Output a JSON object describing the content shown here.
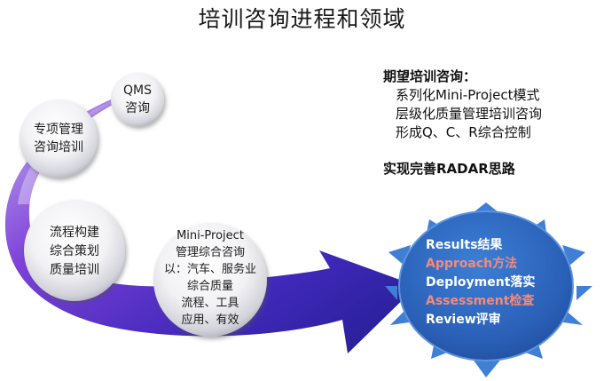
{
  "title": "培训咨询进程和领域",
  "circles": {
    "qms": [
      "QMS",
      "咨询"
    ],
    "special": [
      "专项管理",
      "咨询培训"
    ],
    "process": [
      "流程构建",
      "综合策划",
      "质量培训"
    ],
    "mini": [
      "Mini-Project",
      "管理综合咨询",
      "以：汽车、服务业",
      "综合质量",
      "流程、工具",
      "应用、有效"
    ]
  },
  "expectation": {
    "heading": "期望培训咨询：",
    "items": [
      "系列化Mini-Project模式",
      "层级化质量管理培训咨询",
      "形成Q、C、R综合控制"
    ]
  },
  "radar_heading": "实现完善RADAR思路",
  "radar": [
    {
      "text": "Results结果",
      "color": "#ffffff"
    },
    {
      "text": "Approach方法",
      "color": "#f58a7a"
    },
    {
      "text": "Deployment落实",
      "color": "#ffffff"
    },
    {
      "text": "Assessment检查",
      "color": "#f58a7a"
    },
    {
      "text": "Review评审",
      "color": "#ffffff"
    }
  ],
  "colors": {
    "arrow_dark": "#2a1fa0",
    "arrow_mid": "#6a2fd0",
    "arrow_light": "#9d78d8",
    "sun": "#2e69c2",
    "sun_ray": "#3f7fd6"
  }
}
